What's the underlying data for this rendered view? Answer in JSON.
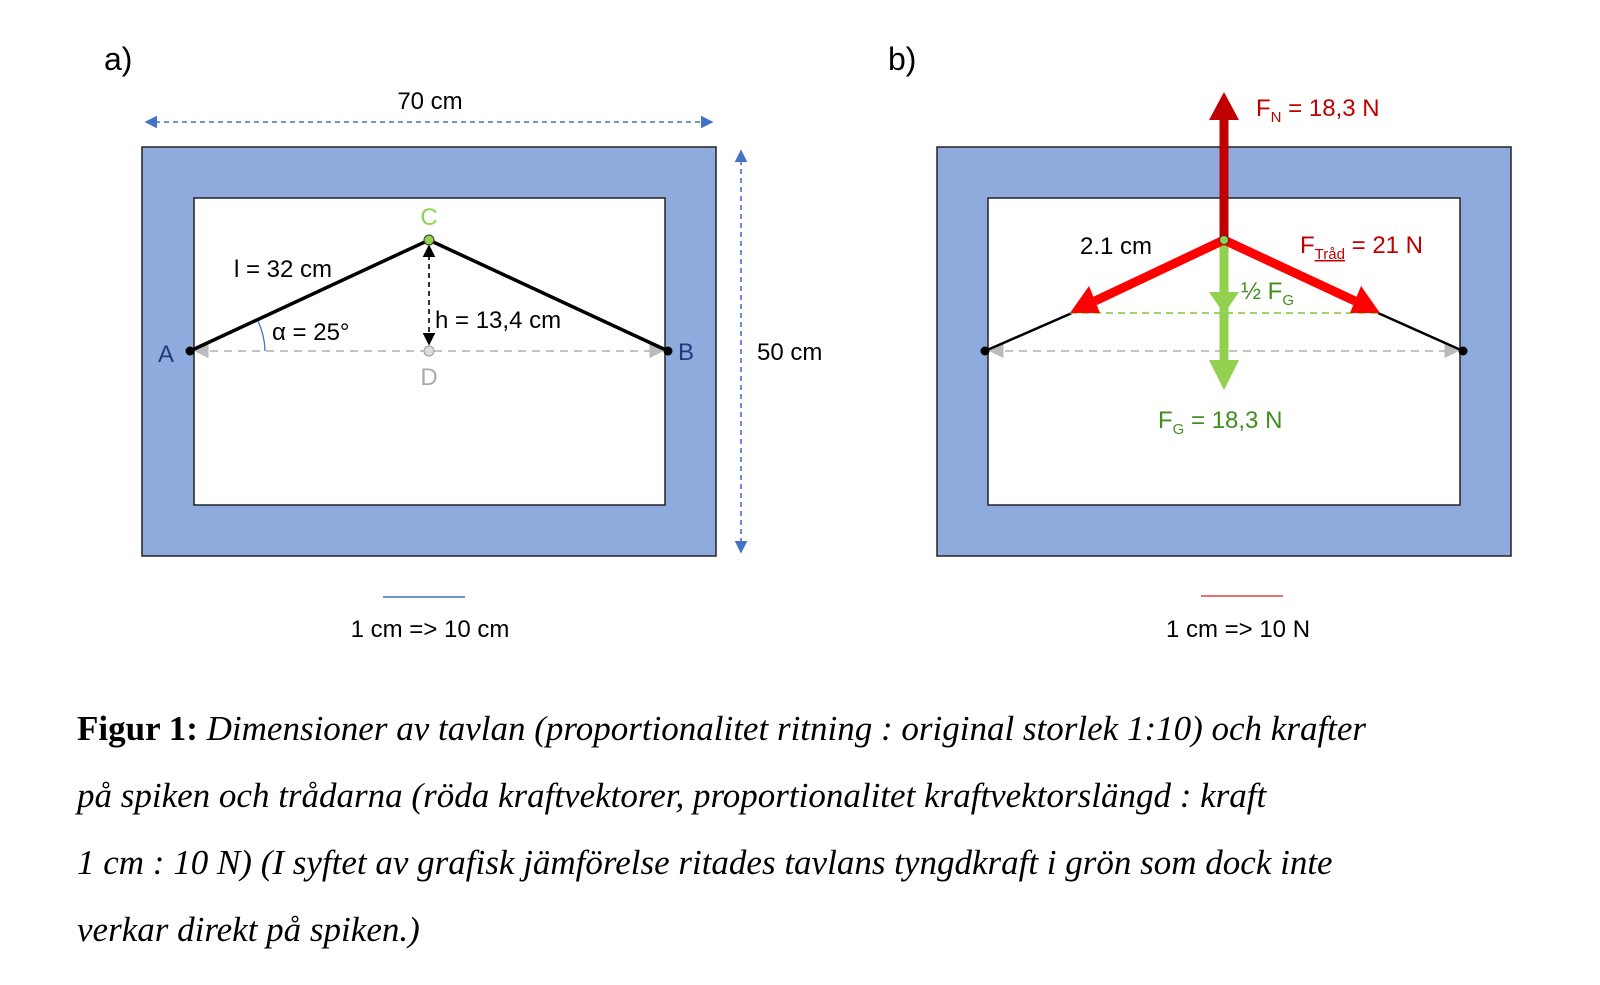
{
  "panel_a": {
    "label": "a)",
    "width_label": "70 cm",
    "height_label": "50 cm",
    "point_a": "A",
    "point_b": "B",
    "point_c": "C",
    "point_d": "D",
    "length_label": "l = 32 cm",
    "angle_label": "α = 25°",
    "height_h_label": "h = 13,4 cm",
    "scale_label": "1 cm => 10 cm"
  },
  "panel_b": {
    "label": "b)",
    "fn_main": "F",
    "fn_sub": "N",
    "fn_value": " = 18,3 N",
    "ftrad_main": "F",
    "ftrad_sub": "Tråd",
    "ftrad_value": " = 21 N",
    "arrow_length_label": "2.1 cm",
    "half_fg_main": "½ F",
    "half_fg_sub": "G",
    "fg_main": "F",
    "fg_sub": "G",
    "fg_value": " = 18,3 N",
    "scale_label": "1 cm => 10 N"
  },
  "colors": {
    "frame": "#8faadc",
    "red": "#ff0000",
    "dark_red": "#c00000",
    "green": "#92d050",
    "dark_green": "#3f8f1f",
    "blue": "#4472c4"
  },
  "caption": {
    "prefix": "Figur 1:",
    "line1": " Dimensioner av tavlan (proportionalitet ritning : original storlek 1:10) och krafter",
    "line2": "på spiken och trådarna (röda kraftvektorer, proportionalitet kraftvektorslängd : kraft",
    "line3": "1 cm : 10 N) (I syftet av grafisk jämförelse ritades tavlans tyngdkraft i grön som dock inte",
    "line4": "verkar direkt på spiken.)"
  }
}
